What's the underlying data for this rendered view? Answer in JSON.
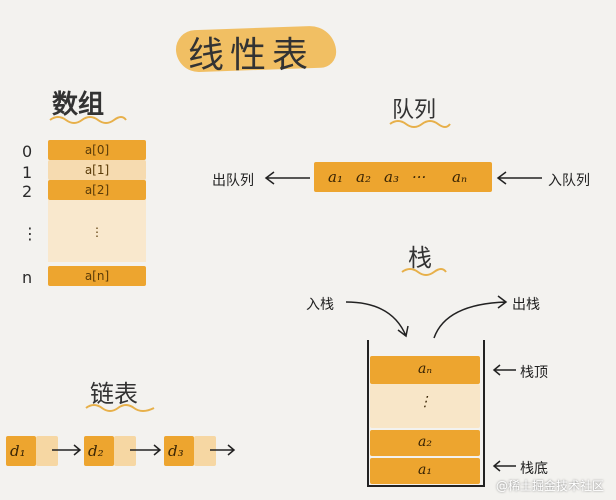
{
  "title": "线性表",
  "array": {
    "heading": "数组",
    "indices": [
      "0",
      "1",
      "2",
      "⋮",
      "n"
    ],
    "cells": [
      "a[0]",
      "a[1]",
      "a[2]",
      "⋮",
      "a[n]"
    ]
  },
  "queue": {
    "heading": "队列",
    "elements": [
      "a₁",
      "a₂",
      "a₃",
      "···",
      "aₙ"
    ],
    "out_label": "出队列",
    "in_label": "入队列"
  },
  "stack": {
    "heading": "栈",
    "push_label": "入栈",
    "pop_label": "出栈",
    "top_elem": "aₙ",
    "middle": "⋮",
    "second_elem": "a₂",
    "bottom_elem": "a₁",
    "top_label": "栈顶",
    "bottom_label": "栈底"
  },
  "linked_list": {
    "heading": "链表",
    "nodes": [
      "d₁",
      "d₂",
      "d₃"
    ]
  },
  "watermark": "@稀土掘金技术社区",
  "colors": {
    "accent": "#eda52f",
    "light": "#f6dbb0",
    "background": "#f3f2ef"
  }
}
